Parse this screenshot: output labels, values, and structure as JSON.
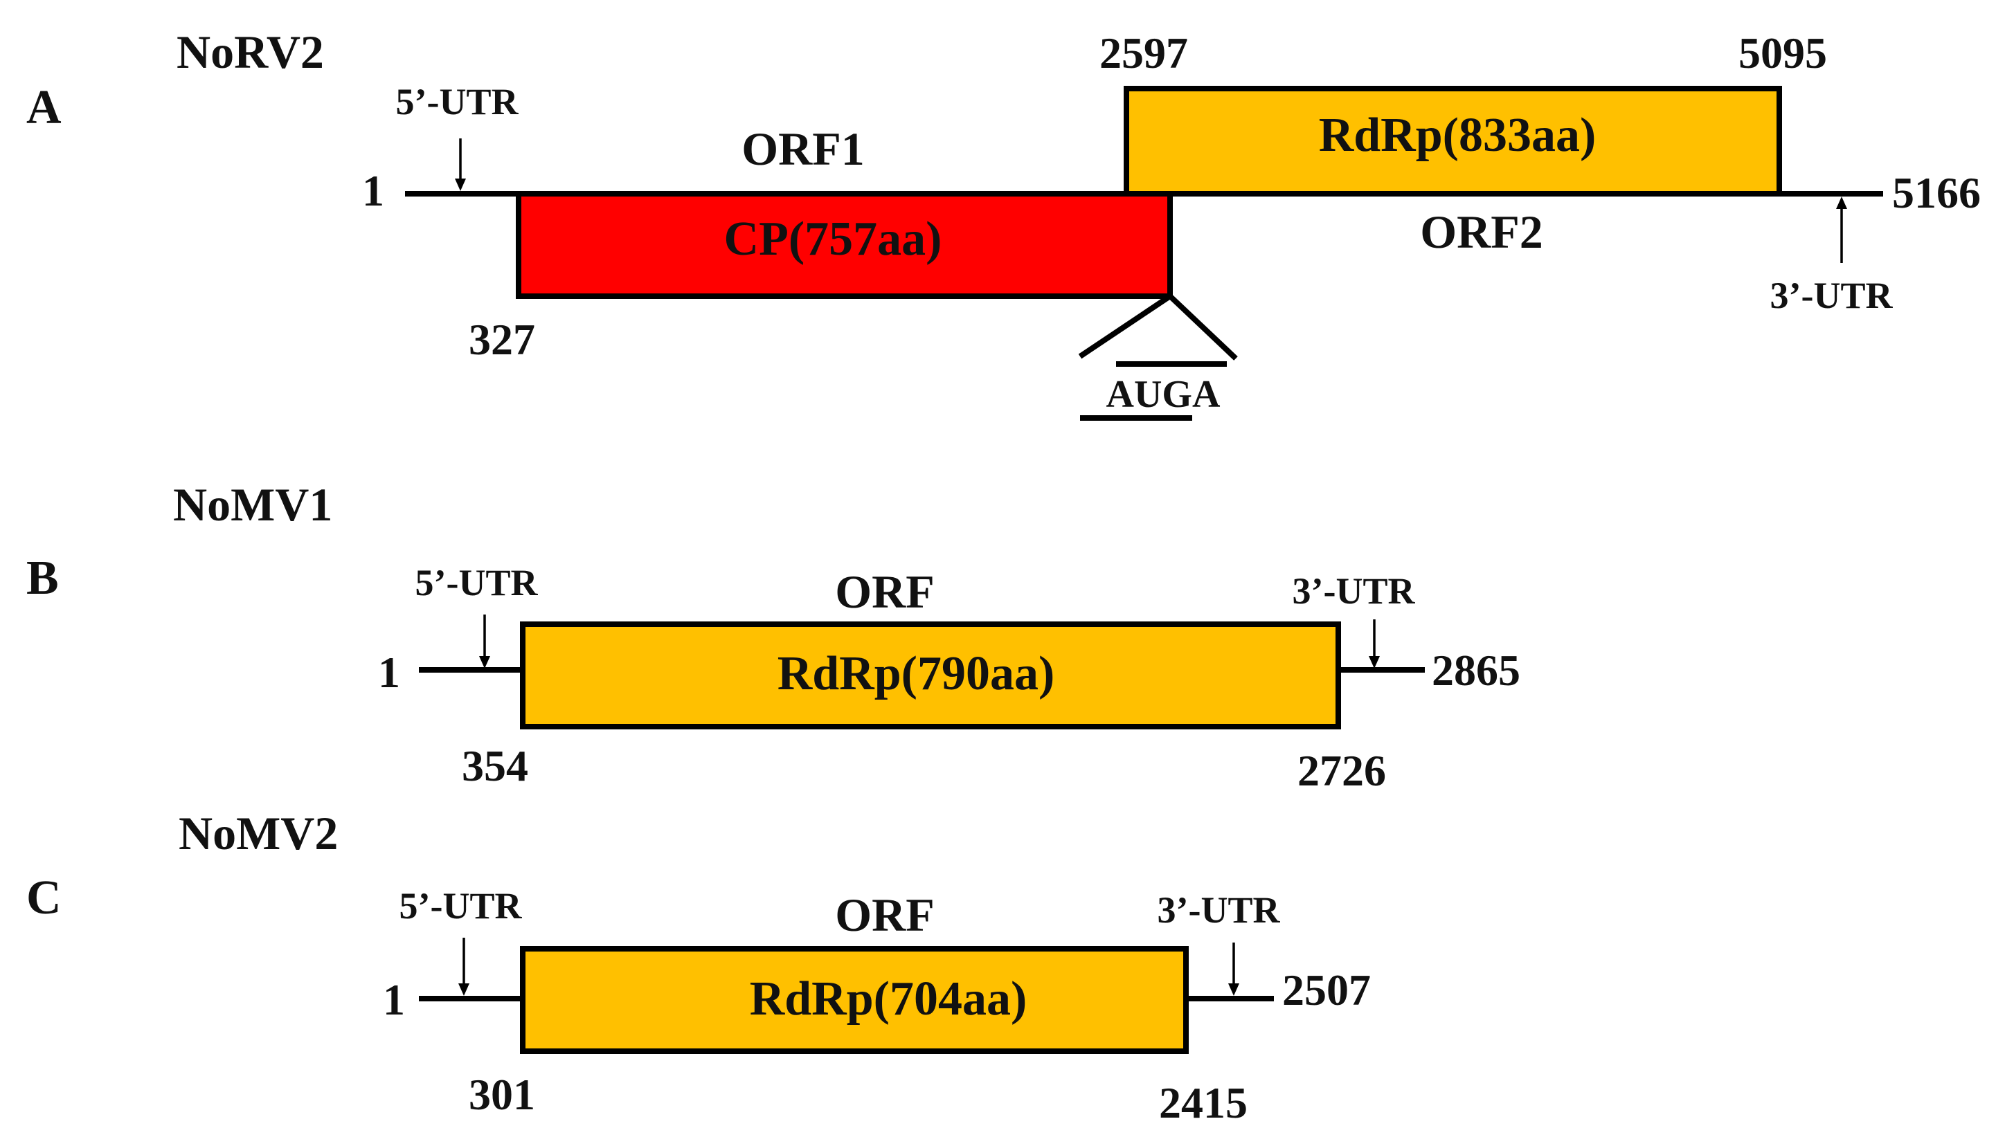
{
  "colors": {
    "rdrp_fill": "#FFC000",
    "cp_fill": "#FF0000",
    "line": "#000000"
  },
  "panel_a": {
    "letter": "A",
    "virus": "NoRV2",
    "five_utr": "5’-UTR",
    "three_utr": "3’-UTR",
    "genome_start": "1",
    "genome_end": "5166",
    "orf1_label": "ORF1",
    "orf2_label": "ORF2",
    "cp_label": "CP(757aa)",
    "cp_start": "327",
    "rdrp_label": "RdRp(833aa)",
    "rdrp_start": "2597",
    "rdrp_end": "5095",
    "overlap_motif": "AUGA"
  },
  "panel_b": {
    "letter": "B",
    "virus": "NoMV1",
    "five_utr": "5’-UTR",
    "three_utr": "3’-UTR",
    "genome_start": "1",
    "genome_end": "2865",
    "orf_label": "ORF",
    "rdrp_label": "RdRp(790aa)",
    "orf_start": "354",
    "orf_end": "2726"
  },
  "panel_c": {
    "letter": "C",
    "virus": "NoMV2",
    "five_utr": "5’-UTR",
    "three_utr": "3’-UTR",
    "genome_start": "1",
    "genome_end": "2507",
    "orf_label": "ORF",
    "rdrp_label": "RdRp(704aa)",
    "orf_start": "301",
    "orf_end": "2415"
  }
}
